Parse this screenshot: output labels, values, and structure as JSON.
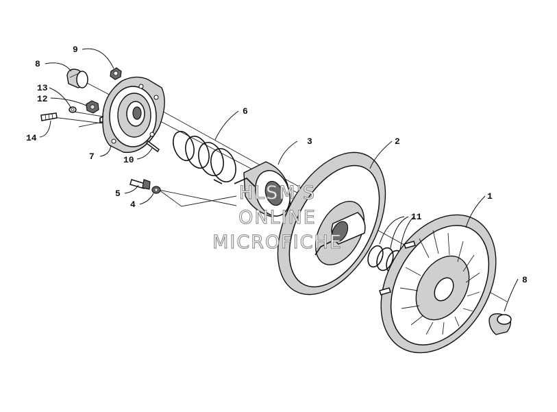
{
  "watermark": {
    "line1": "HLSM'S",
    "line2": "ONLINE",
    "line3": "MICROFICHE"
  },
  "callouts": {
    "c1": "1",
    "c2": "2",
    "c3": "3",
    "c4": "4",
    "c5": "5",
    "c6": "6",
    "c7": "7",
    "c8a": "8",
    "c8b": "8",
    "c9": "9",
    "c10": "10",
    "c11": "11",
    "c12": "12",
    "c13": "13",
    "c14": "14"
  }
}
